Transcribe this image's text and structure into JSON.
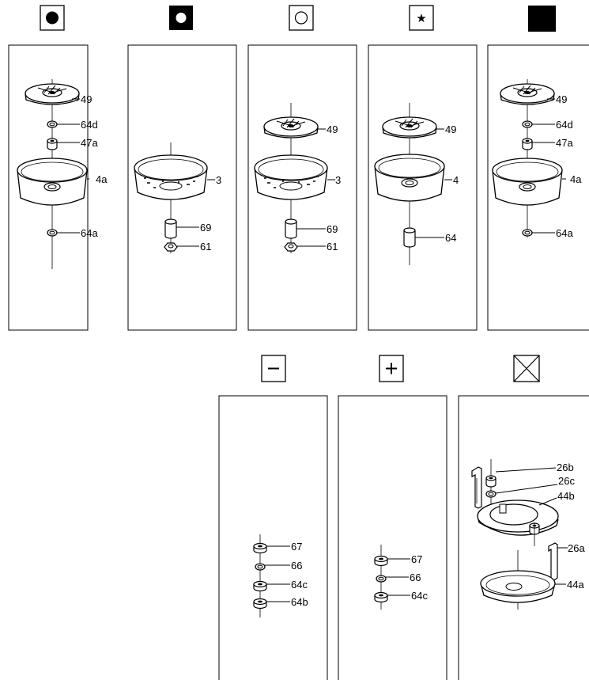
{
  "top_row": [
    {
      "symbol": "filled-circle-box",
      "labels": [
        "49",
        "64d",
        "47a",
        "4a",
        "64a"
      ]
    },
    {
      "symbol": "inverse-circle-box",
      "labels": [
        "3",
        "69",
        "61"
      ]
    },
    {
      "symbol": "open-circle-box",
      "labels": [
        "49",
        "3",
        "69",
        "61"
      ]
    },
    {
      "symbol": "star-box",
      "labels": [
        "49",
        "4",
        "64"
      ]
    },
    {
      "symbol": "filled-square",
      "labels": [
        "49",
        "64d",
        "47a",
        "4a",
        "64a"
      ]
    }
  ],
  "bottom_row": [
    {
      "symbol": "minus-box",
      "labels": [
        "67",
        "66",
        "64c",
        "64b"
      ]
    },
    {
      "symbol": "plus-box",
      "labels": [
        "67",
        "66",
        "64c"
      ]
    },
    {
      "symbol": "x-box",
      "labels": [
        "26b",
        "26c",
        "44b",
        "26a",
        "44a"
      ]
    }
  ]
}
